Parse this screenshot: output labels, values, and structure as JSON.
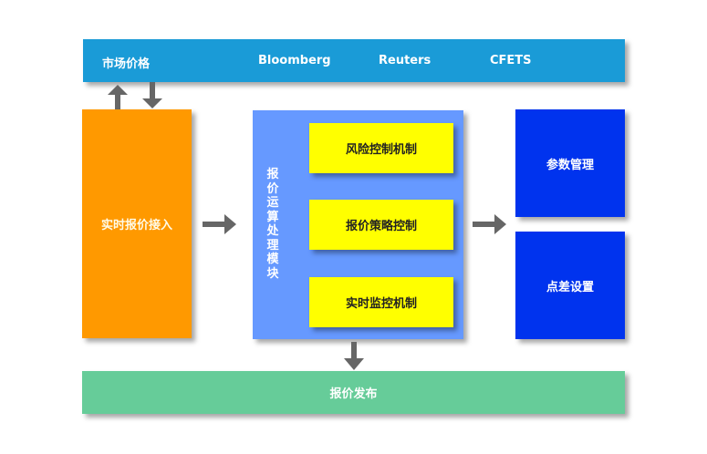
{
  "market": {
    "label": "市场价格",
    "sources": [
      "Bloomberg",
      "Reuters",
      "CFETS"
    ]
  },
  "input_block": {
    "label": "实时报价接入"
  },
  "processing": {
    "label": "报价运算处理模块",
    "label_chars": [
      "报",
      "价",
      "运",
      "算",
      "处",
      "理",
      "模",
      "块"
    ],
    "modules": [
      "风险控制机制",
      "报价策略控制",
      "实时监控机制"
    ]
  },
  "config": {
    "items": [
      "参数管理",
      "点差设置"
    ]
  },
  "output_block": {
    "label": "报价发布"
  },
  "colors": {
    "market": "#1a9bd7",
    "input": "#ff9900",
    "processing": "#6699ff",
    "module": "#ffff00",
    "config": "#0033ee",
    "output": "#66cc99",
    "arrow": "#666666"
  }
}
